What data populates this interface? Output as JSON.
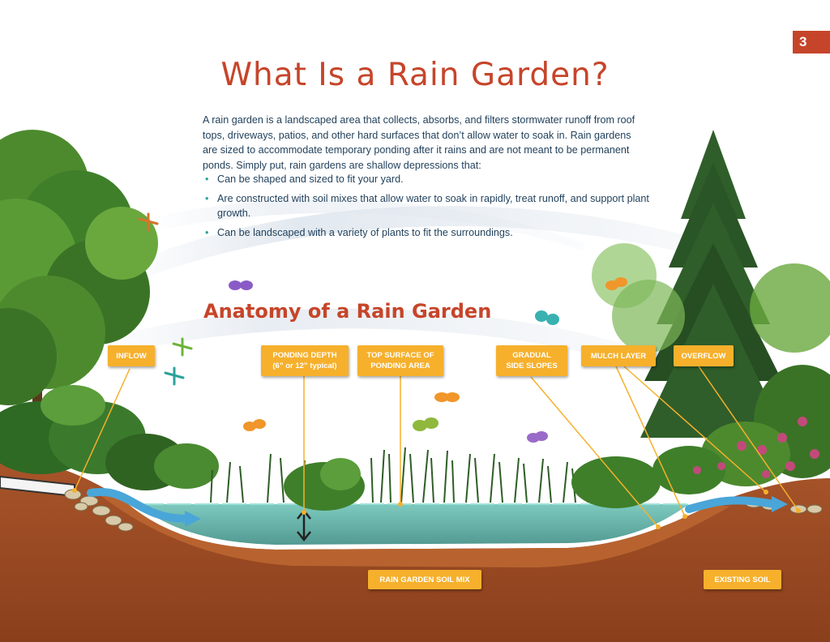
{
  "page_number": "3",
  "title": "What Is a Rain Garden?",
  "intro": "A rain garden is a landscaped area that collects, absorbs, and filters stormwater runoff from roof tops, driveways, patios, and other hard surfaces that don’t allow water to soak in. Rain gardens are sized to accommodate temporary ponding after it rains and are not meant to be permanent ponds. Simply put, rain gardens are shallow depressions that:",
  "bullets": [
    "Can be shaped and sized to fit your yard.",
    "Are constructed with soil mixes that allow water to soak in rapidly, treat runoff, and support plant growth.",
    "Can be landscaped with a variety of plants to fit the surroundings."
  ],
  "subtitle": "Anatomy of a Rain Garden",
  "labels": {
    "inflow": "INFLOW",
    "ponding_depth_1": "PONDING DEPTH",
    "ponding_depth_2": "(6” or 12” typical)",
    "top_surface_1": "TOP SURFACE OF",
    "top_surface_2": "PONDING AREA",
    "gradual_1": "GRADUAL",
    "gradual_2": "SIDE SLOPES",
    "mulch": "MULCH LAYER",
    "overflow": "OVERFLOW",
    "soil_mix": "RAIN GARDEN SOIL MIX",
    "existing_soil": "EXISTING SOIL"
  },
  "colors": {
    "accent": "#c6452a",
    "body_text": "#1f3f5a",
    "callout": "#f6b02c",
    "soil": "#9a4a22",
    "water": "#5fb8b0",
    "foliage": "#3f7f2a"
  }
}
